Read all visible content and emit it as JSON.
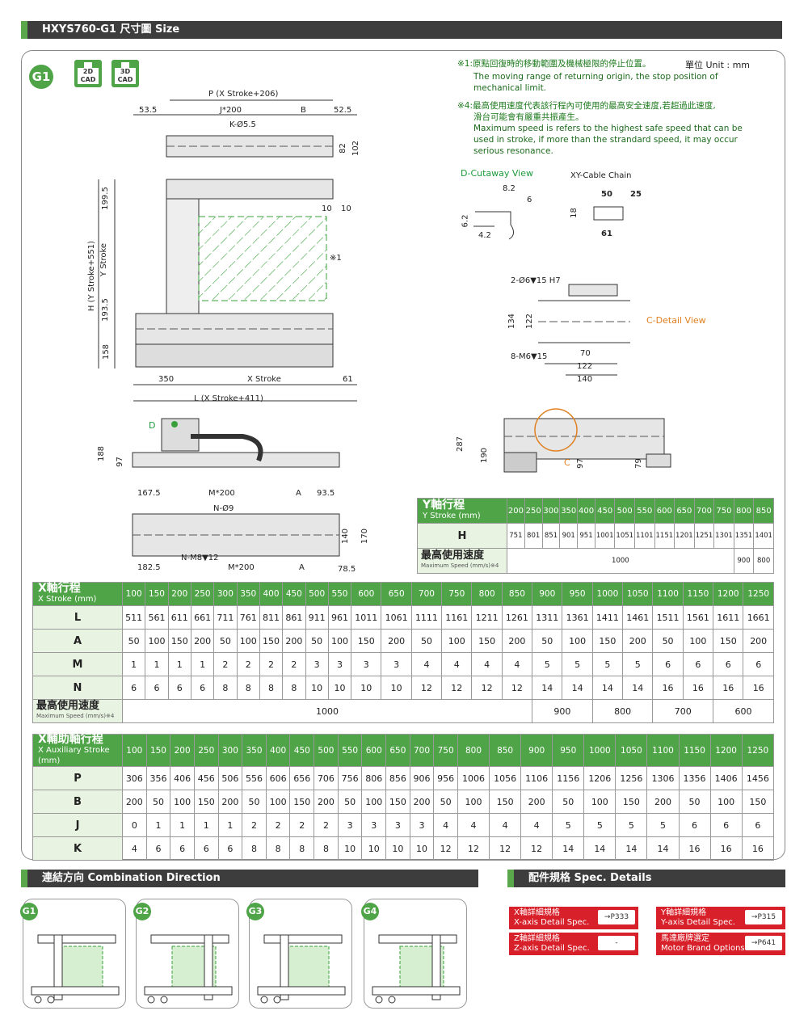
{
  "header": {
    "title": "HXYS760-G1  尺寸圖  Size"
  },
  "badge": "G1",
  "cad": {
    "btn2d": "2D\nCAD",
    "btn2d_a": "2D",
    "btn2d_b": "CAD",
    "btn3d_a": "3D",
    "btn3d_b": "CAD"
  },
  "notes": {
    "n1_zh": "※1:原點回復時的移動範圍及機械極限的停止位置。",
    "n1_en_a": "The moving range of returning origin, the stop position of",
    "n1_en_b": "mechanical limit.",
    "n4_zh_a": "※4:最高使用速度代表該行程內可使用的最高安全速度,若超過此速度,",
    "n4_zh_b": "滑台可能會有嚴重共振產生。",
    "n4_en_a": "Maximum speed is refers to the highest safe speed that can be",
    "n4_en_b": "used in stroke, if more than the strandard speed, it may occur",
    "n4_en_c": "serious resonance.",
    "unit": "單位 Unit : mm"
  },
  "dims": {
    "p_stroke": "P (X Stroke+206)",
    "d53": "53.5",
    "j200": "J*200",
    "b": "B",
    "d52": "52.5",
    "k55": "K-Ø5.5",
    "d82": "82",
    "d102": "102",
    "d199": "199.5",
    "d193": "193.5",
    "d158": "158",
    "h_stroke": "H (Y Stroke+551)",
    "y_stroke": "Y Stroke",
    "d10a": "10",
    "d10b": "10",
    "mark1": "※1",
    "d350": "350",
    "x_stroke": "X Stroke",
    "d61": "61",
    "l_stroke": "L (X Stroke+411)",
    "dD": "D",
    "d188": "188",
    "d97": "97",
    "d287": "287",
    "d190": "190",
    "d97b": "97",
    "d79": "79",
    "dC": "C",
    "d167": "167.5",
    "m200": "M*200",
    "dA": "A",
    "d93": "93.5",
    "n9": "N-Ø9",
    "d140": "140",
    "d170": "170",
    "d182": "182.5",
    "nm8": "N-M8▼12",
    "m200b": "M*200",
    "dA2": "A",
    "d78": "78.5"
  },
  "dcut": {
    "title": "D-Cutaway View",
    "d82": "8.2",
    "d6": "6",
    "d62": "6.2",
    "d42": "4.2"
  },
  "cable": {
    "title": "XY-Cable Chain",
    "d50": "50",
    "d25": "25",
    "d18": "18",
    "d61": "61"
  },
  "cdetail": {
    "title": "C-Detail View",
    "holes": "2-Ø6▼15 H7",
    "m6": "8-M6▼15",
    "d134": "134",
    "d122": "122",
    "d70": "70",
    "d122b": "122",
    "d140": "140"
  },
  "ytable": {
    "title_zh": "Y軸行程",
    "title_en": "Y Stroke (mm)",
    "strokes": [
      "200",
      "250",
      "300",
      "350",
      "400",
      "450",
      "500",
      "550",
      "600",
      "650",
      "700",
      "750",
      "800",
      "850"
    ],
    "h_label": "H",
    "h": [
      "751",
      "801",
      "851",
      "901",
      "951",
      "1001",
      "1051",
      "1101",
      "1151",
      "1201",
      "1251",
      "1301",
      "1351",
      "1401"
    ],
    "speed_zh": "最高使用速度",
    "speed_en": "Maximum Speed (mm/s)※4",
    "speed_main": "1000",
    "speed_a": "900",
    "speed_b": "800"
  },
  "xtable": {
    "title_zh": "X軸行程",
    "title_en": "X Stroke (mm)",
    "strokes": [
      "100",
      "150",
      "200",
      "250",
      "300",
      "350",
      "400",
      "450",
      "500",
      "550",
      "600",
      "650",
      "700",
      "750",
      "800",
      "850",
      "900",
      "950",
      "1000",
      "1050",
      "1100",
      "1150",
      "1200",
      "1250"
    ],
    "rows": [
      {
        "label": "L",
        "vals": [
          "511",
          "561",
          "611",
          "661",
          "711",
          "761",
          "811",
          "861",
          "911",
          "961",
          "1011",
          "1061",
          "1111",
          "1161",
          "1211",
          "1261",
          "1311",
          "1361",
          "1411",
          "1461",
          "1511",
          "1561",
          "1611",
          "1661"
        ]
      },
      {
        "label": "A",
        "vals": [
          "50",
          "100",
          "150",
          "200",
          "50",
          "100",
          "150",
          "200",
          "50",
          "100",
          "150",
          "200",
          "50",
          "100",
          "150",
          "200",
          "50",
          "100",
          "150",
          "200",
          "50",
          "100",
          "150",
          "200"
        ]
      },
      {
        "label": "M",
        "vals": [
          "1",
          "1",
          "1",
          "1",
          "2",
          "2",
          "2",
          "2",
          "3",
          "3",
          "3",
          "3",
          "4",
          "4",
          "4",
          "4",
          "5",
          "5",
          "5",
          "5",
          "6",
          "6",
          "6",
          "6"
        ]
      },
      {
        "label": "N",
        "vals": [
          "6",
          "6",
          "6",
          "6",
          "8",
          "8",
          "8",
          "8",
          "10",
          "10",
          "10",
          "10",
          "12",
          "12",
          "12",
          "12",
          "14",
          "14",
          "14",
          "14",
          "16",
          "16",
          "16",
          "16"
        ]
      }
    ],
    "speed_zh": "最高使用速度",
    "speed_en": "Maximum Speed (mm/s)※4",
    "speeds": [
      "1000",
      "900",
      "800",
      "700",
      "600"
    ]
  },
  "auxtable": {
    "title_zh": "X輔助軸行程",
    "title_en": "X Auxiliary Stroke (mm)",
    "strokes": [
      "100",
      "150",
      "200",
      "250",
      "300",
      "350",
      "400",
      "450",
      "500",
      "550",
      "600",
      "650",
      "700",
      "750",
      "800",
      "850",
      "900",
      "950",
      "1000",
      "1050",
      "1100",
      "1150",
      "1200",
      "1250"
    ],
    "rows": [
      {
        "label": "P",
        "vals": [
          "306",
          "356",
          "406",
          "456",
          "506",
          "556",
          "606",
          "656",
          "706",
          "756",
          "806",
          "856",
          "906",
          "956",
          "1006",
          "1056",
          "1106",
          "1156",
          "1206",
          "1256",
          "1306",
          "1356",
          "1406",
          "1456"
        ]
      },
      {
        "label": "B",
        "vals": [
          "200",
          "50",
          "100",
          "150",
          "200",
          "50",
          "100",
          "150",
          "200",
          "50",
          "100",
          "150",
          "200",
          "50",
          "100",
          "150",
          "200",
          "50",
          "100",
          "150",
          "200",
          "50",
          "100",
          "150"
        ]
      },
      {
        "label": "J",
        "vals": [
          "0",
          "1",
          "1",
          "1",
          "1",
          "2",
          "2",
          "2",
          "2",
          "3",
          "3",
          "3",
          "3",
          "4",
          "4",
          "4",
          "4",
          "5",
          "5",
          "5",
          "5",
          "6",
          "6",
          "6"
        ]
      },
      {
        "label": "K",
        "vals": [
          "4",
          "6",
          "6",
          "6",
          "6",
          "8",
          "8",
          "8",
          "8",
          "10",
          "10",
          "10",
          "10",
          "12",
          "12",
          "12",
          "12",
          "14",
          "14",
          "14",
          "14",
          "16",
          "16",
          "16"
        ]
      }
    ]
  },
  "combo": {
    "title": "連結方向  Combination Direction",
    "labels": [
      "G1",
      "G2",
      "G3",
      "G4"
    ]
  },
  "specs": {
    "title": "配件規格  Spec. Details",
    "x_zh": "X軸詳細規格",
    "x_en": "X-axis Detail Spec.",
    "x_pg": "→P333",
    "y_zh": "Y軸詳細規格",
    "y_en": "Y-axis Detail Spec.",
    "y_pg": "→P315",
    "z_zh": "Z軸詳細規格",
    "z_en": "Z-axis Detail Spec.",
    "z_pg": "-",
    "m_zh": "馬達廠牌選定",
    "m_en": "Motor Brand Options",
    "m_pg": "→P641"
  }
}
